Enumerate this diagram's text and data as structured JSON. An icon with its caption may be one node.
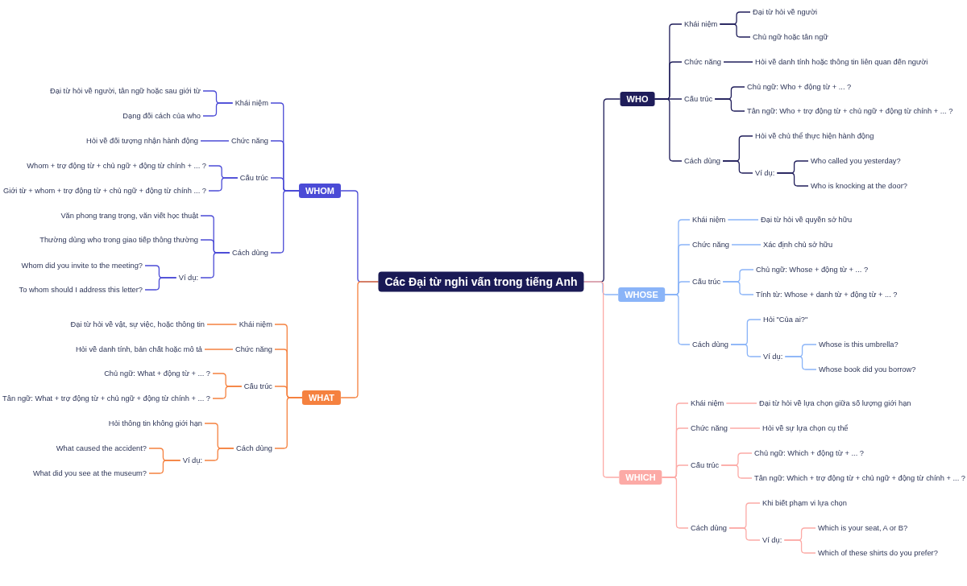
{
  "diagram": {
    "nodes": [
      {
        "text": [
          "Các Đại từ nghi vấn trong tiếng Anh"
        ]
      },
      {
        "text": [
          "WHOM"
        ]
      },
      {
        "text": [
          "Khái niệm"
        ]
      },
      {
        "text": [
          "Đại từ hỏi về người, tân ngữ hoặc sau giới từ"
        ]
      },
      {
        "text": [
          "Dạng đối cách của who"
        ]
      },
      {
        "text": [
          "Chức năng"
        ]
      },
      {
        "text": [
          "Hỏi về đối tượng nhận hành động"
        ]
      },
      {
        "text": [
          "Cấu trúc"
        ]
      },
      {
        "text": [
          "Whom + trợ động từ + chủ ngữ + động từ chính + ... ?"
        ]
      },
      {
        "text": [
          "Giới từ + whom + trợ động từ + chủ ngữ + động từ chính ... ?"
        ]
      },
      {
        "text": [
          "Cách dùng"
        ]
      },
      {
        "text": [
          "Văn phong trang trọng, văn viết học thuật"
        ]
      },
      {
        "text": [
          "Thường dùng who trong giao tiếp thông thường"
        ]
      },
      {
        "text": [
          "Ví dụ:"
        ]
      },
      {
        "text": [
          "Whom did you invite to the meeting?"
        ]
      },
      {
        "text": [
          "To whom should I address this letter?"
        ]
      },
      {
        "text": [
          "WHAT"
        ]
      },
      {
        "text": [
          "Khái niệm"
        ]
      },
      {
        "text": [
          "Đại từ hỏi về vật, sự việc, hoặc thông tin"
        ]
      },
      {
        "text": [
          "Chức năng"
        ]
      },
      {
        "text": [
          "Hỏi về danh tính, bản chất hoặc mô tả"
        ]
      },
      {
        "text": [
          "Cấu trúc"
        ]
      },
      {
        "text": [
          "Chủ ngữ: What + động từ + ... ?"
        ]
      },
      {
        "text": [
          "Tân ngữ: What + trợ động từ + chủ ngữ + động từ chính + ... ?"
        ]
      },
      {
        "text": [
          "Cách dùng"
        ]
      },
      {
        "text": [
          "Hỏi thông tin không giới hạn"
        ]
      },
      {
        "text": [
          "Ví dụ:"
        ]
      },
      {
        "text": [
          "What caused the accident?"
        ]
      },
      {
        "text": [
          "What did you see at the museum?"
        ]
      },
      {
        "text": [
          "WHO"
        ]
      },
      {
        "text": [
          "Khái niệm"
        ]
      },
      {
        "text": [
          "Đại từ hỏi về người"
        ]
      },
      {
        "text": [
          "Chủ ngữ hoặc tân ngữ"
        ]
      },
      {
        "text": [
          "Chức năng"
        ]
      },
      {
        "text": [
          "Hỏi về danh tính hoặc thông tin liên quan đến người"
        ]
      },
      {
        "text": [
          "Cấu trúc"
        ]
      },
      {
        "text": [
          "Chủ ngữ: Who + động từ + ... ?"
        ]
      },
      {
        "text": [
          "Tân ngữ: Who + trợ động từ + chủ ngữ + động từ chính + ... ?"
        ]
      },
      {
        "text": [
          "Cách dùng"
        ]
      },
      {
        "text": [
          "Hỏi về chủ thể thực hiện hành động"
        ]
      },
      {
        "text": [
          "Ví dụ:"
        ]
      },
      {
        "text": [
          "Who called you yesterday?"
        ]
      },
      {
        "text": [
          "Who is knocking at the door?"
        ]
      },
      {
        "text": [
          "WHOSE"
        ]
      },
      {
        "text": [
          "Khái niệm"
        ]
      },
      {
        "text": [
          "Đại từ hỏi về quyền sở hữu"
        ]
      },
      {
        "text": [
          "Chức năng"
        ]
      },
      {
        "text": [
          "Xác định chủ sở hữu"
        ]
      },
      {
        "text": [
          "Cấu trúc"
        ]
      },
      {
        "text": [
          "Chủ ngữ: Whose + động từ + ... ?"
        ]
      },
      {
        "text": [
          "Tính từ: Whose + danh từ + động từ + ... ?"
        ]
      },
      {
        "text": [
          "Cách dùng"
        ]
      },
      {
        "text": [
          "Hỏi \"Của ai?\""
        ]
      },
      {
        "text": [
          "Ví dụ:"
        ]
      },
      {
        "text": [
          "Whose is this umbrella?"
        ]
      },
      {
        "text": [
          "Whose book did you borrow?"
        ]
      },
      {
        "text": [
          "WHICH"
        ]
      },
      {
        "text": [
          "Khái niệm"
        ]
      },
      {
        "text": [
          "Đại từ hỏi về lựa chọn giữa số lượng giới hạn"
        ]
      },
      {
        "text": [
          "Chức năng"
        ]
      },
      {
        "text": [
          "Hỏi về sự lựa chọn cụ thể"
        ]
      },
      {
        "text": [
          "Cấu trúc"
        ]
      },
      {
        "text": [
          "Chủ ngữ: Which + động từ + ... ?"
        ]
      },
      {
        "text": [
          "Tân ngữ: Which + trợ động từ + chủ ngữ + động từ chính + ... ?"
        ]
      },
      {
        "text": [
          "Cách dùng"
        ]
      },
      {
        "text": [
          "Khi biết phạm vi lựa chọn"
        ]
      },
      {
        "text": [
          "Ví dụ:"
        ]
      },
      {
        "text": [
          "Which is your seat, A or B?"
        ]
      },
      {
        "text": [
          "Which of these shirts do you prefer?"
        ]
      }
    ],
    "edges": [
      {
        "from": 0,
        "to": 1,
        "arrow": "none",
        "color": "#4b4bd6"
      },
      {
        "from": 1,
        "to": 2,
        "arrow": "none",
        "color": "#4b4bd6"
      },
      {
        "from": 2,
        "to": 3,
        "arrow": "none",
        "color": "#4b4bd6"
      },
      {
        "from": 2,
        "to": 4,
        "arrow": "none",
        "color": "#4b4bd6"
      },
      {
        "from": 1,
        "to": 5,
        "arrow": "none",
        "color": "#4b4bd6"
      },
      {
        "from": 5,
        "to": 6,
        "arrow": "none",
        "color": "#4b4bd6"
      },
      {
        "from": 1,
        "to": 7,
        "arrow": "none",
        "color": "#4b4bd6"
      },
      {
        "from": 7,
        "to": 8,
        "arrow": "none",
        "color": "#4b4bd6"
      },
      {
        "from": 7,
        "to": 9,
        "arrow": "none",
        "color": "#4b4bd6"
      },
      {
        "from": 1,
        "to": 10,
        "arrow": "none",
        "color": "#4b4bd6"
      },
      {
        "from": 10,
        "to": 11,
        "arrow": "none",
        "color": "#4b4bd6"
      },
      {
        "from": 10,
        "to": 12,
        "arrow": "none",
        "color": "#4b4bd6"
      },
      {
        "from": 10,
        "to": 13,
        "arrow": "none",
        "color": "#4b4bd6"
      },
      {
        "from": 13,
        "to": 14,
        "arrow": "none",
        "color": "#4b4bd6"
      },
      {
        "from": 13,
        "to": 15,
        "arrow": "none",
        "color": "#4b4bd6"
      },
      {
        "from": 0,
        "to": 16,
        "arrow": "none",
        "color": "#f5813f"
      },
      {
        "from": 16,
        "to": 17,
        "arrow": "none",
        "color": "#f5813f"
      },
      {
        "from": 17,
        "to": 18,
        "arrow": "none",
        "color": "#f5813f"
      },
      {
        "from": 16,
        "to": 19,
        "arrow": "none",
        "color": "#f5813f"
      },
      {
        "from": 19,
        "to": 20,
        "arrow": "none",
        "color": "#f5813f"
      },
      {
        "from": 16,
        "to": 21,
        "arrow": "none",
        "color": "#f5813f"
      },
      {
        "from": 21,
        "to": 22,
        "arrow": "none",
        "color": "#f5813f"
      },
      {
        "from": 21,
        "to": 23,
        "arrow": "none",
        "color": "#f5813f"
      },
      {
        "from": 16,
        "to": 24,
        "arrow": "none",
        "color": "#f5813f"
      },
      {
        "from": 24,
        "to": 25,
        "arrow": "none",
        "color": "#f5813f"
      },
      {
        "from": 24,
        "to": 26,
        "arrow": "none",
        "color": "#f5813f"
      },
      {
        "from": 26,
        "to": 27,
        "arrow": "none",
        "color": "#f5813f"
      },
      {
        "from": 26,
        "to": 28,
        "arrow": "none",
        "color": "#f5813f"
      },
      {
        "from": 0,
        "to": 29,
        "arrow": "none",
        "color": "#1f1d5a"
      },
      {
        "from": 29,
        "to": 30,
        "arrow": "none",
        "color": "#1f1d5a"
      },
      {
        "from": 30,
        "to": 31,
        "arrow": "none",
        "color": "#1f1d5a"
      },
      {
        "from": 30,
        "to": 32,
        "arrow": "none",
        "color": "#1f1d5a"
      },
      {
        "from": 29,
        "to": 33,
        "arrow": "none",
        "color": "#1f1d5a"
      },
      {
        "from": 33,
        "to": 34,
        "arrow": "none",
        "color": "#1f1d5a"
      },
      {
        "from": 29,
        "to": 35,
        "arrow": "none",
        "color": "#1f1d5a"
      },
      {
        "from": 35,
        "to": 36,
        "arrow": "none",
        "color": "#1f1d5a"
      },
      {
        "from": 35,
        "to": 37,
        "arrow": "none",
        "color": "#1f1d5a"
      },
      {
        "from": 29,
        "to": 38,
        "arrow": "none",
        "color": "#1f1d5a"
      },
      {
        "from": 38,
        "to": 39,
        "arrow": "none",
        "color": "#1f1d5a"
      },
      {
        "from": 38,
        "to": 40,
        "arrow": "none",
        "color": "#1f1d5a"
      },
      {
        "from": 40,
        "to": 41,
        "arrow": "none",
        "color": "#1f1d5a"
      },
      {
        "from": 40,
        "to": 42,
        "arrow": "none",
        "color": "#1f1d5a"
      },
      {
        "from": 0,
        "to": 43,
        "arrow": "none",
        "color": "#8ab4f8"
      },
      {
        "from": 43,
        "to": 44,
        "arrow": "none",
        "color": "#8ab4f8"
      },
      {
        "from": 44,
        "to": 45,
        "arrow": "none",
        "color": "#8ab4f8"
      },
      {
        "from": 43,
        "to": 46,
        "arrow": "none",
        "color": "#8ab4f8"
      },
      {
        "from": 46,
        "to": 47,
        "arrow": "none",
        "color": "#8ab4f8"
      },
      {
        "from": 43,
        "to": 48,
        "arrow": "none",
        "color": "#8ab4f8"
      },
      {
        "from": 48,
        "to": 49,
        "arrow": "none",
        "color": "#8ab4f8"
      },
      {
        "from": 48,
        "to": 50,
        "arrow": "none",
        "color": "#8ab4f8"
      },
      {
        "from": 43,
        "to": 51,
        "arrow": "none",
        "color": "#8ab4f8"
      },
      {
        "from": 51,
        "to": 52,
        "arrow": "none",
        "color": "#8ab4f8"
      },
      {
        "from": 51,
        "to": 53,
        "arrow": "none",
        "color": "#8ab4f8"
      },
      {
        "from": 53,
        "to": 54,
        "arrow": "none",
        "color": "#8ab4f8"
      },
      {
        "from": 53,
        "to": 55,
        "arrow": "none",
        "color": "#8ab4f8"
      },
      {
        "from": 0,
        "to": 56,
        "arrow": "none",
        "color": "#fcaaa6"
      },
      {
        "from": 56,
        "to": 57,
        "arrow": "none",
        "color": "#fcaaa6"
      },
      {
        "from": 57,
        "to": 58,
        "arrow": "none",
        "color": "#fcaaa6"
      },
      {
        "from": 56,
        "to": 59,
        "arrow": "none",
        "color": "#fcaaa6"
      },
      {
        "from": 59,
        "to": 60,
        "arrow": "none",
        "color": "#fcaaa6"
      },
      {
        "from": 56,
        "to": 61,
        "arrow": "none",
        "color": "#fcaaa6"
      },
      {
        "from": 61,
        "to": 62,
        "arrow": "none",
        "color": "#fcaaa6"
      },
      {
        "from": 61,
        "to": 63,
        "arrow": "none",
        "color": "#fcaaa6"
      },
      {
        "from": 56,
        "to": 64,
        "arrow": "none",
        "color": "#fcaaa6"
      },
      {
        "from": 64,
        "to": 65,
        "arrow": "none",
        "color": "#fcaaa6"
      },
      {
        "from": 64,
        "to": 66,
        "arrow": "none",
        "color": "#fcaaa6"
      },
      {
        "from": 66,
        "to": 67,
        "arrow": "none",
        "color": "#fcaaa6"
      },
      {
        "from": 66,
        "to": 68,
        "arrow": "none",
        "color": "#fcaaa6"
      }
    ]
  }
}
